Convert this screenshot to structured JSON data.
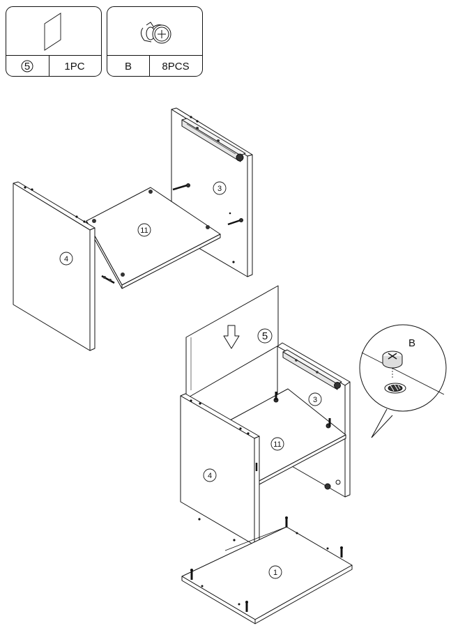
{
  "parts_table": {
    "panel_part": {
      "label": "5",
      "qty": "1PC"
    },
    "hardware_part": {
      "label": "B",
      "qty": "8PCS"
    }
  },
  "step1": {
    "left_panel_label": "4",
    "shelf_label": "11",
    "right_panel_label": "3"
  },
  "step2": {
    "back_panel_label": "5",
    "right_panel_label": "3",
    "shelf_label": "11",
    "left_panel_label": "4",
    "base_label": "1",
    "detail_label": "B"
  },
  "colors": {
    "line": "#111111",
    "hardware": "#222222",
    "paper": "#ffffff"
  }
}
